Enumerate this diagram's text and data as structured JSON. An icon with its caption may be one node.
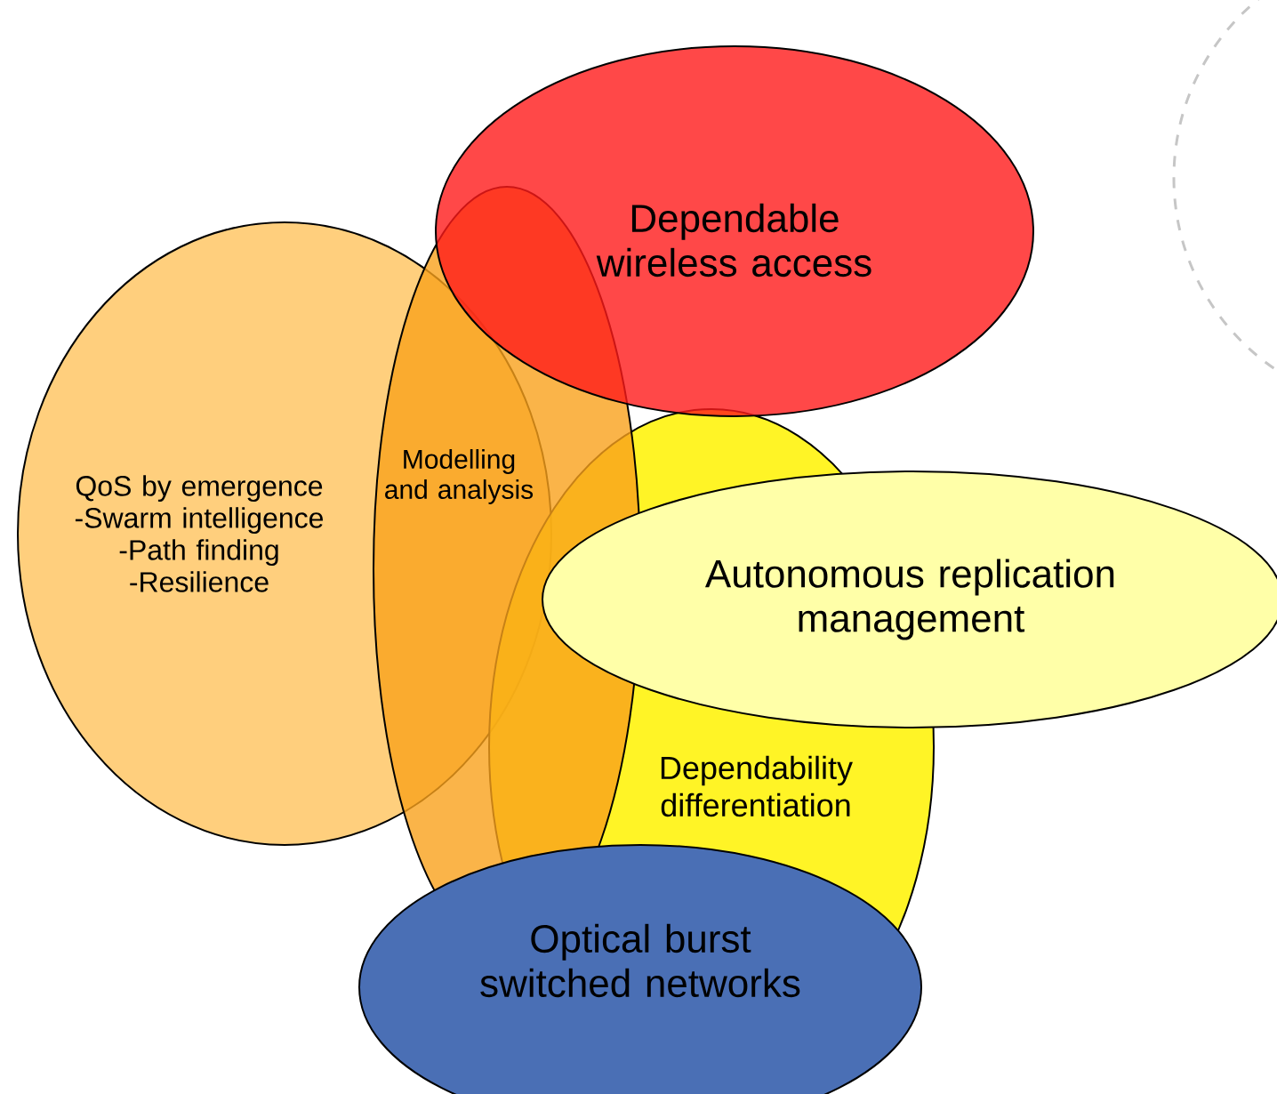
{
  "diagram": {
    "nodes": [
      {
        "text": [
          "Dependable wireless access"
        ]
      },
      {
        "text": [
          "QoS by emergence",
          "-Swarm intelligence",
          "-Path finding",
          "-Resilience"
        ]
      },
      {
        "text": [
          "Modelling and analysis"
        ]
      },
      {
        "text": [
          "Autonomous replication management"
        ]
      },
      {
        "text": [
          "Dependability differentiation"
        ]
      },
      {
        "text": [
          "Optical burst switched networks"
        ]
      },
      {
        "text": [],
        "shape": "circle"
      }
    ]
  }
}
